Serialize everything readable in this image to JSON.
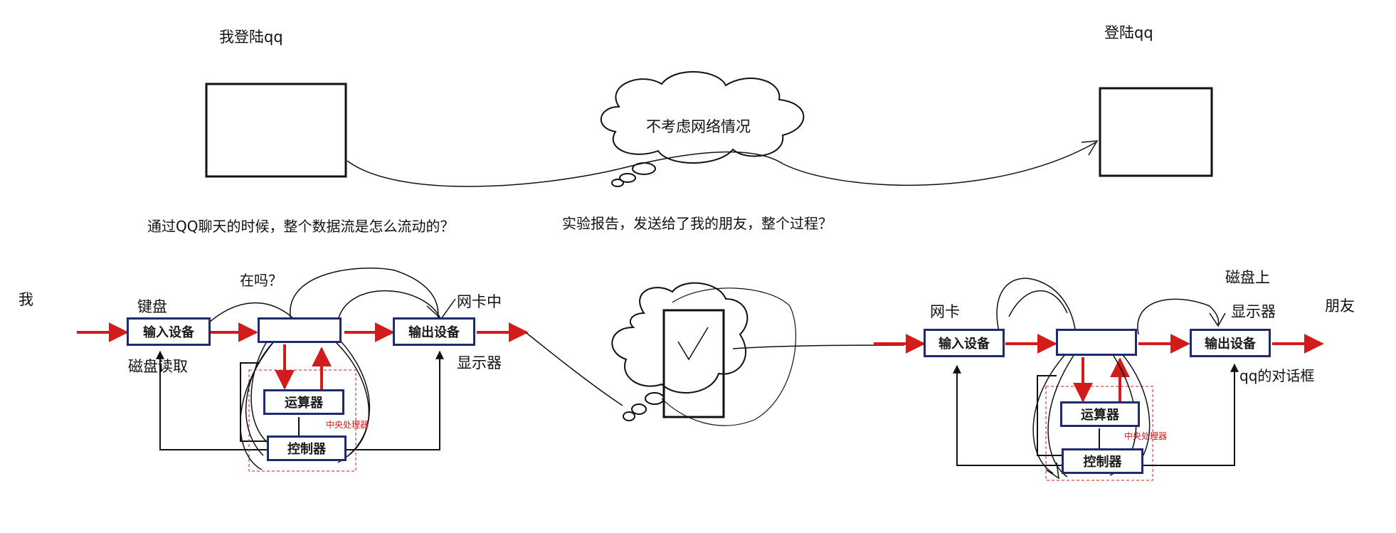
{
  "top": {
    "left_title": "我登陆qq",
    "right_title": "登陆qq",
    "cloud_text": "不考虑网络情况",
    "question_left": "通过QQ聊天的时候，整个数据流是怎么流动的？",
    "question_right": "实验报告，发送给了我的朋友，整个过程？"
  },
  "left": {
    "person": "我",
    "keyboard": "键盘",
    "input": "输入设备",
    "output": "输出设备",
    "alu": "运算器",
    "controller": "控制器",
    "cpu": "中央处理器",
    "question": "在吗？",
    "nic_mid": "网卡中",
    "disk_read": "磁盘读取",
    "display": "显示器"
  },
  "right": {
    "person": "朋友",
    "nic": "网卡",
    "input": "输入设备",
    "output": "输出设备",
    "alu": "运算器",
    "controller": "控制器",
    "cpu": "中央处理器",
    "disk_on": "磁盘上",
    "display": "显示器",
    "dialog": "qq的对话框"
  },
  "colors": {
    "flow_red": "#d21b1b",
    "block_border": "#1f2b6e",
    "ink": "#111111"
  }
}
